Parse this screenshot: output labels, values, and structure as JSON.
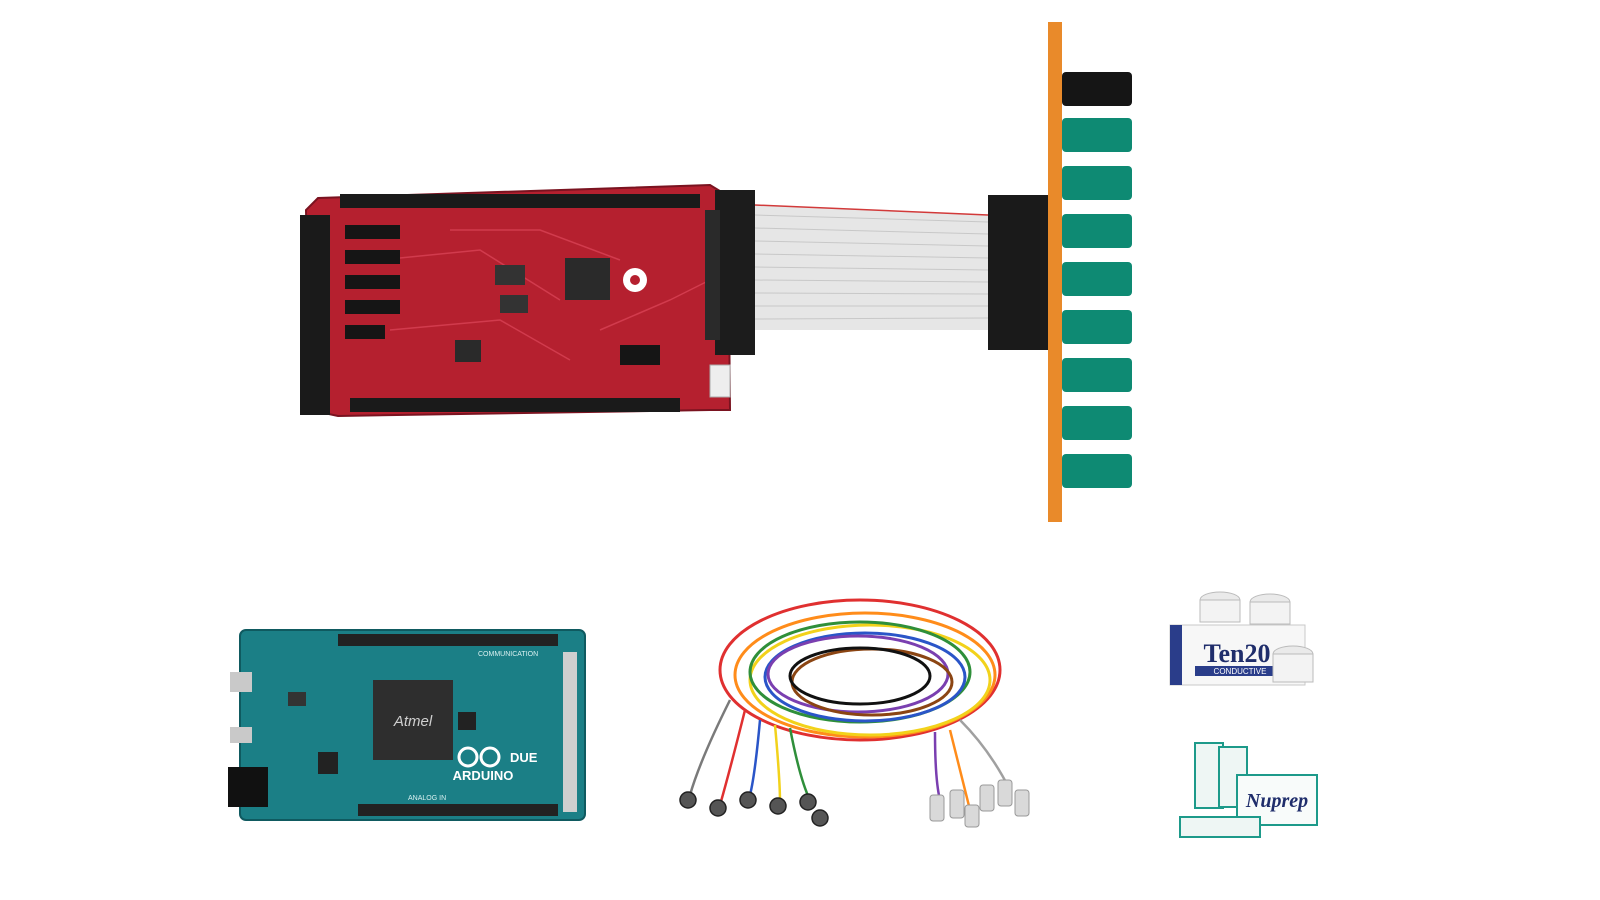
{
  "products": {
    "shield": {
      "name": "eeg-shield-board",
      "ribbon": "ribbon-cable",
      "connector_board": "electrode-header-board",
      "electrode_count": 9
    },
    "arduino": {
      "chip_text": "Atmel",
      "brand_text": "ARDUINO",
      "model_text": "DUE",
      "comm_label": "COMMUNICATION",
      "analog_label": "ANALOG IN"
    },
    "leads": {
      "colors": [
        "#7a7a7a",
        "#8b4513",
        "#e03030",
        "#ff8c1a",
        "#f2d21b",
        "#2f8f3a",
        "#2a55c8",
        "#7a3fb0",
        "#a0a0a0",
        "#f5f5f5",
        "#111111",
        "#4aa3a0"
      ]
    },
    "ten20": {
      "brand": "Ten20",
      "sub": "CONDUCTIVE"
    },
    "nuprep": {
      "brand": "Nuprep"
    }
  },
  "colors": {
    "pcb_red": "#b5202f",
    "arduino_teal": "#1b7f86",
    "connector_teal": "#0e8a73",
    "orange_board": "#e98a2a"
  }
}
